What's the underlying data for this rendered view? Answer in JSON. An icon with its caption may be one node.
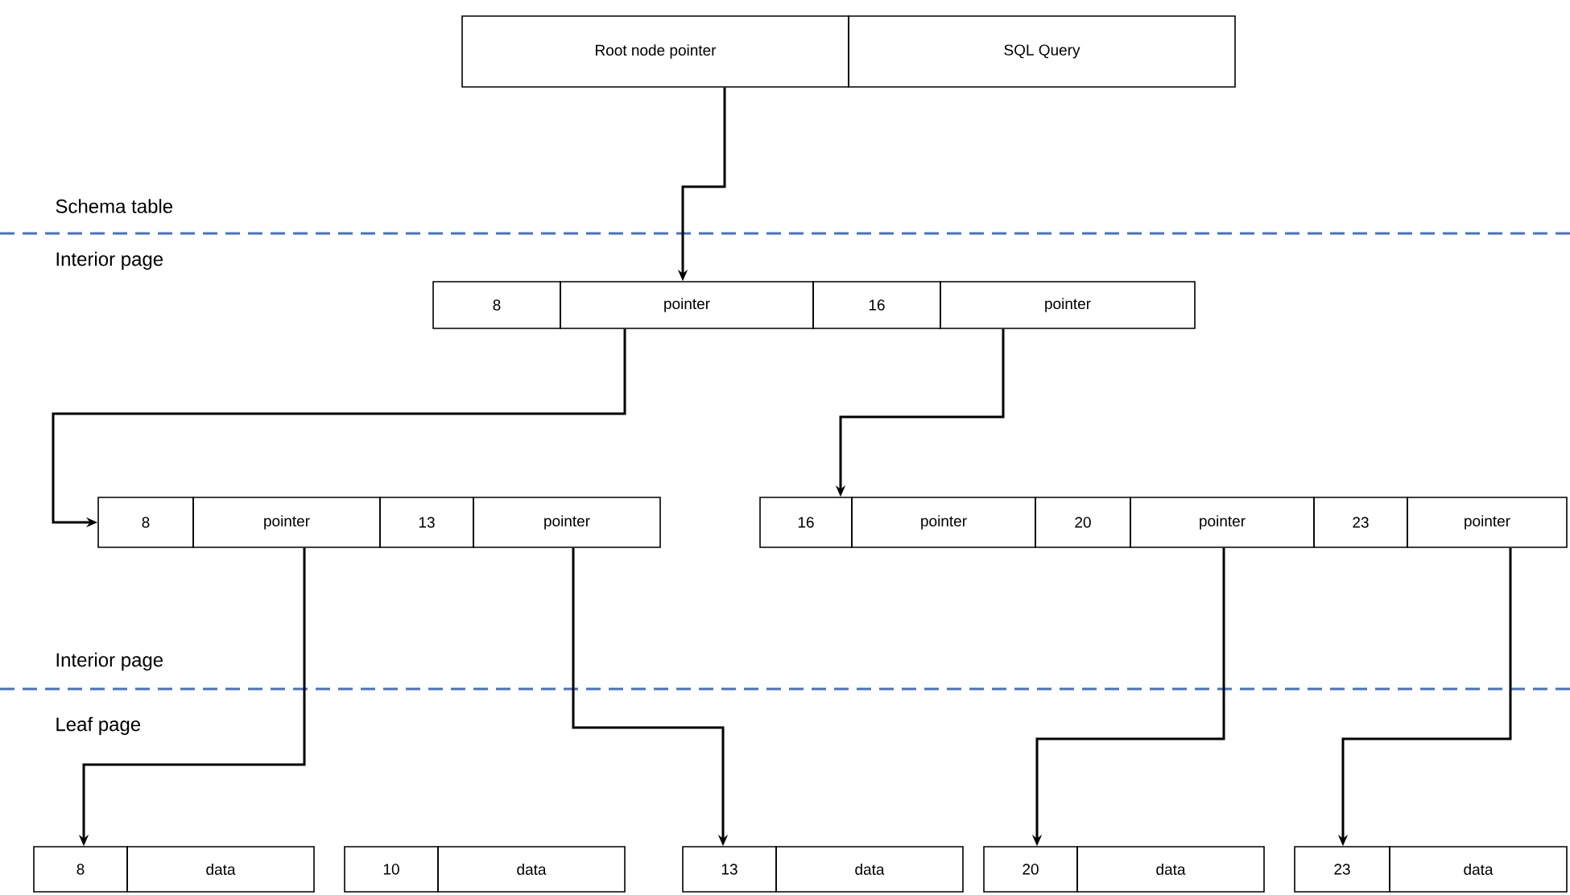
{
  "diagram": {
    "nodes": [
      {
        "text": [
          "Root node pointer"
        ]
      },
      {
        "text": [
          "SQL Query"
        ]
      },
      {
        "text": [
          "8"
        ]
      },
      {
        "text": [
          "pointer"
        ]
      },
      {
        "text": [
          "16"
        ]
      },
      {
        "text": [
          "pointer"
        ]
      },
      {
        "text": [
          "8"
        ]
      },
      {
        "text": [
          "pointer"
        ]
      },
      {
        "text": [
          "13"
        ]
      },
      {
        "text": [
          "pointer"
        ]
      },
      {
        "text": [
          "16"
        ]
      },
      {
        "text": [
          "pointer"
        ]
      },
      {
        "text": [
          "20"
        ]
      },
      {
        "text": [
          "pointer"
        ]
      },
      {
        "text": [
          "23"
        ]
      },
      {
        "text": [
          "pointer"
        ]
      },
      {
        "text": [
          "8"
        ]
      },
      {
        "text": [
          "data"
        ]
      },
      {
        "text": [
          "10"
        ]
      },
      {
        "text": [
          "data"
        ]
      },
      {
        "text": [
          "13"
        ]
      },
      {
        "text": [
          "data"
        ]
      },
      {
        "text": [
          "20"
        ]
      },
      {
        "text": [
          "data"
        ]
      },
      {
        "text": [
          "23"
        ]
      },
      {
        "text": [
          "data"
        ]
      }
    ],
    "edges": [
      {
        "from": 0,
        "to": 3,
        "arrow": "to"
      },
      {
        "from": 3,
        "to": 6,
        "arrow": "to"
      },
      {
        "from": 5,
        "to": 10,
        "arrow": "to"
      },
      {
        "from": 7,
        "to": 16,
        "arrow": "to"
      },
      {
        "from": 9,
        "to": 20,
        "arrow": "to"
      },
      {
        "from": 13,
        "to": 22,
        "arrow": "to"
      },
      {
        "from": 15,
        "to": 24,
        "arrow": "to"
      }
    ],
    "labels": [
      "Schema table",
      "Interior page",
      "Interior page",
      "Leaf page"
    ]
  }
}
